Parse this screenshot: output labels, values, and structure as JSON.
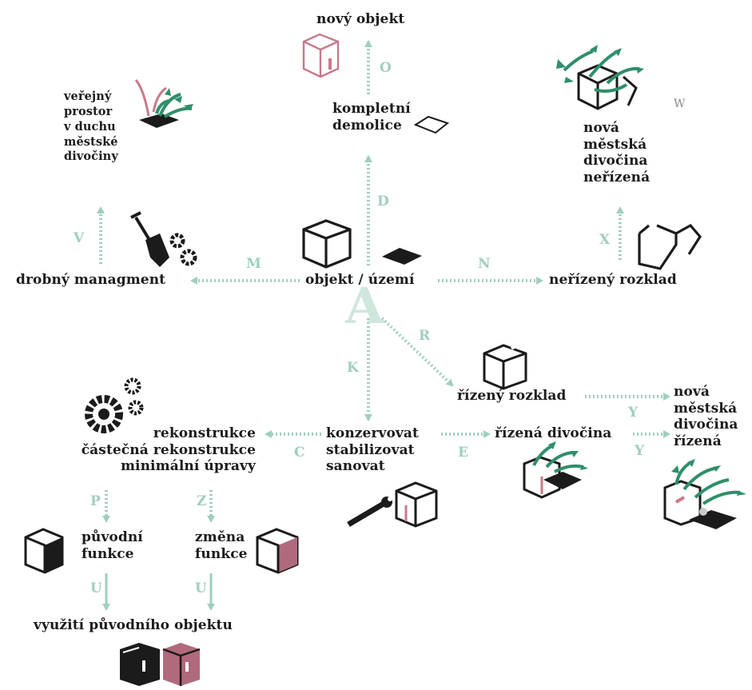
{
  "colors": {
    "arrow": "#9fcfbf",
    "arrow_light": "#cfe6dd",
    "text": "#1b1b1b",
    "accent_pink": "#c7798a",
    "plant_green": "#2f8f6a"
  },
  "nodes": {
    "novy_objekt": "nový objekt",
    "kompletni_demolice": "kompletní\ndemolice",
    "verejny_prostor": "veřejný\nprostor\nv duchu\nměstské\ndivočiny",
    "nova_divocina_nerizena": "nová\nměstská\ndivočina\nneřízená",
    "drobny_managment": "drobný managment",
    "objekt_uzemi": "objekt / území",
    "nerizeny_rozklad": "neřízený rozklad",
    "rizeny_rozklad": "řízený rozklad",
    "nova_divocina_rizena": "nová\nměstská\ndivočina\nřízená",
    "rizena_divocina": "řízená divočina",
    "konzervovat": "konzervovat\nstabilizovat\nsanovat",
    "rekonstrukce": "rekonstrukce\nčástečná rekonstrukce\nminimální úpravy",
    "puvodni_funkce": "původní\nfunkce",
    "zmena_funkce": "změna\nfunkce",
    "vyuziti": "využití původního objektu"
  },
  "tags": {
    "A": "A",
    "O": "O",
    "D": "D",
    "M": "M",
    "N": "N",
    "V": "V",
    "X": "X",
    "R": "R",
    "K": "K",
    "C": "C",
    "E": "E",
    "Y1": "Y",
    "Y2": "Y",
    "P": "P",
    "Z": "Z",
    "U1": "U",
    "U2": "U",
    "W": "W"
  },
  "icons": [
    "cube-icon",
    "tile-icon",
    "shovel-icon",
    "gears-icon",
    "broken-cube-icon",
    "plants-icon",
    "wrench-icon",
    "pink-cube-icon",
    "black-cube-icon"
  ]
}
